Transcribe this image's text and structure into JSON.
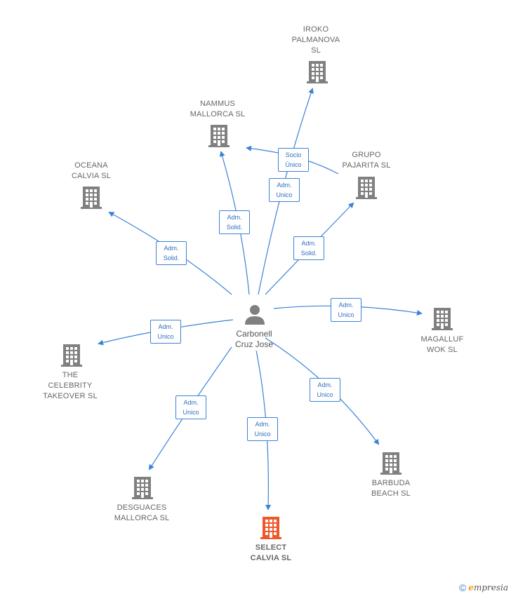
{
  "center": {
    "name": "Carbonell\nCruz Jose"
  },
  "companies": [
    {
      "id": "iroko",
      "label": "IROKO\nPALMANOVA\nSL",
      "highlight": false
    },
    {
      "id": "nammus",
      "label": "NAMMUS\nMALLORCA  SL",
      "highlight": false
    },
    {
      "id": "oceana",
      "label": "OCEANA\nCALVIA  SL",
      "highlight": false
    },
    {
      "id": "grupo",
      "label": "GRUPO\nPAJARITA  SL",
      "highlight": false
    },
    {
      "id": "magalluf",
      "label": "MAGALLUF\nWOK  SL",
      "highlight": false
    },
    {
      "id": "celebrity",
      "label": "THE\nCELEBRITY\nTAKEOVER  SL",
      "highlight": false
    },
    {
      "id": "barbuda",
      "label": "BARBUDA\nBEACH  SL",
      "highlight": false
    },
    {
      "id": "desguaces",
      "label": "DESGUACES\nMALLORCA  SL",
      "highlight": false
    },
    {
      "id": "select",
      "label": "SELECT\nCALVIA  SL",
      "highlight": true
    }
  ],
  "edges": [
    {
      "id": "e-iroko",
      "label": "Adm.\nUnico"
    },
    {
      "id": "e-nammus",
      "label": "Adm.\nSolid."
    },
    {
      "id": "e-grupo-socio",
      "label": "Socio\nÚnico"
    },
    {
      "id": "e-oceana",
      "label": "Adm.\nSolid."
    },
    {
      "id": "e-grupo",
      "label": "Adm.\nSolid."
    },
    {
      "id": "e-magalluf",
      "label": "Adm.\nUnico"
    },
    {
      "id": "e-celebrity",
      "label": "Adm.\nUnico"
    },
    {
      "id": "e-barbuda",
      "label": "Adm.\nUnico"
    },
    {
      "id": "e-desguaces",
      "label": "Adm.\nUnico"
    },
    {
      "id": "e-select",
      "label": "Adm.\nUnico"
    }
  ],
  "colors": {
    "edge": "#3b82d6",
    "building": "#808080",
    "highlight": "#f0572b",
    "person": "#808080"
  },
  "footer": {
    "copyright": "©",
    "brand_initial": "e",
    "brand_rest": "mpresia"
  }
}
